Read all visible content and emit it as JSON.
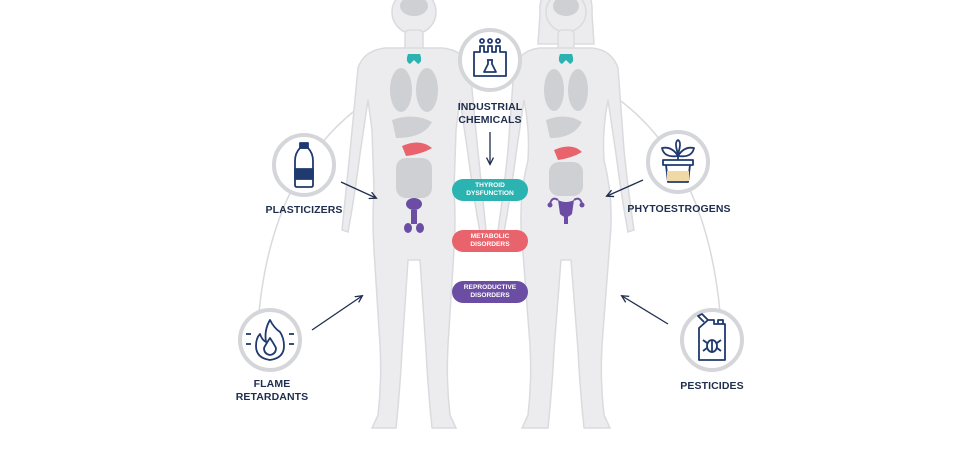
{
  "sources": {
    "industrial_chemicals": "INDUSTRIAL\nCHEMICALS",
    "plasticizers": "PLASTICIZERS",
    "phytoestrogens": "PHYTOESTROGENS",
    "flame_retardants": "FLAME\nRETARDANTS",
    "pesticides": "PESTICIDES"
  },
  "effects": {
    "thyroid": "THYROID DYSFUNCTION",
    "metabolic": "METABOLIC DISORDERS",
    "reproductive": "REPRODUCTIVE DISORDERS"
  },
  "colors": {
    "icon_navy": "#1f3a6e",
    "ring_gray": "#d4d6da",
    "arc_gray": "#d9dadd",
    "body_gray": "#e9e9eb",
    "organ_gray": "#cfd0d3",
    "thyroid_teal": "#2bb3b1",
    "metabolic_red": "#e8636b",
    "reproductive_purple": "#6b4ea3"
  },
  "icons": {
    "industrial_chemicals": "factory-flask-icon",
    "plasticizers": "plastic-bottle-icon",
    "phytoestrogens": "plant-pot-icon",
    "flame_retardants": "flame-icon",
    "pesticides": "pesticide-canister-icon"
  }
}
